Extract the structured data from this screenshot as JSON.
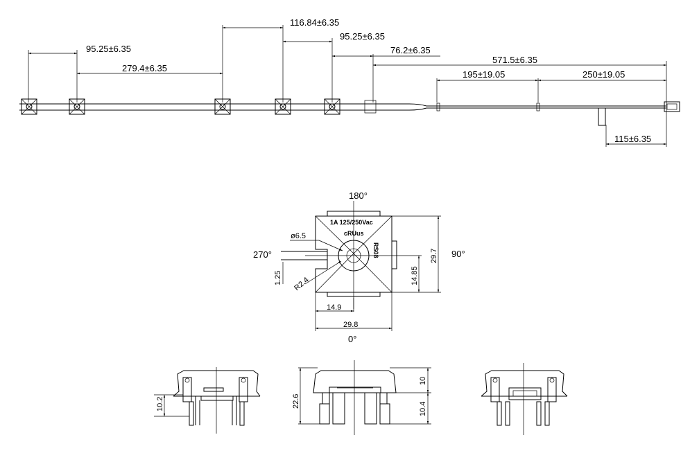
{
  "cable": {
    "dims": {
      "d1": "116.84±6.35",
      "d2": "95.25±6.35",
      "d3": "95.25±6.35",
      "d4": "76.2±6.35",
      "d5": "279.4±6.35",
      "d6": "571.5±6.35",
      "d7": "195±19.05",
      "d8": "250±19.05",
      "d9": "115±6.35"
    }
  },
  "socket": {
    "angles": {
      "top": "180°",
      "right": "90°",
      "left": "270°",
      "bottom": "0°"
    },
    "rating": "1A 125/250Vac",
    "model": "RS08",
    "cert": "cRUus",
    "dims": {
      "hole": "ø6.5",
      "radius": "R2.4",
      "d_1_25": "1.25",
      "d_14_9": "14.9",
      "d_29_8": "29.8",
      "d_14_85": "14.85",
      "d_29_7": "29.7"
    }
  },
  "side_views": {
    "left_dim": "10.2",
    "center_height": "22.6",
    "center_top": "10",
    "center_bottom": "10.4"
  }
}
